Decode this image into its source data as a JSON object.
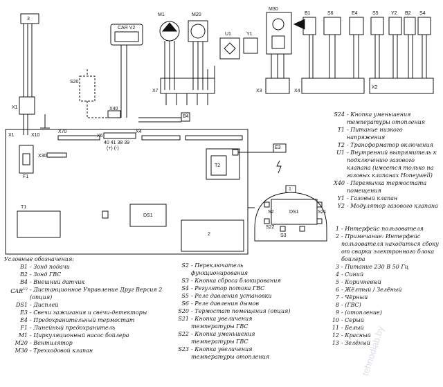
{
  "components": {
    "x1": "X1",
    "x10": "X10",
    "x70": "X70",
    "x6": "X6",
    "x4b": "X4",
    "x30": "X30",
    "x7": "X7",
    "x3": "X3",
    "x4": "X4",
    "x2": "X2",
    "x40": "X40",
    "car": "CAR V2",
    "m1": "M1",
    "m20": "M20",
    "m30": "M30",
    "u1": "U1",
    "y1": "Y1",
    "b1": "B1",
    "s6": "S6",
    "e4": "E4",
    "s5": "S5",
    "y2": "Y2",
    "b2": "B2",
    "s4": "S4",
    "s20": "S20",
    "b4": "B4",
    "e3": "E3",
    "t2": "T2",
    "t1": "T1",
    "f1": "F1",
    "ds1": "DS1",
    "box3": "3",
    "box1": "1",
    "box2": "2",
    "s2": "S2",
    "s3": "S3",
    "s21": "S21",
    "s22": "S22",
    "x6_pins": "40 41 38 39",
    "x6_pol": "(+)  (-)"
  },
  "legend_title": "Условные обозначения:",
  "legend_left": [
    {
      "k": "B1",
      "v": "- Зонд подачи"
    },
    {
      "k": "B2",
      "v": "- Зонд ГВС"
    },
    {
      "k": "B4",
      "v": "- Внешний датчик"
    },
    {
      "k": "CAR",
      "sup": "V2",
      "v": "- Дистанционное Управление Друг Версия 2 (опция)"
    },
    {
      "k": "DS1",
      "v": "- Дисплей"
    },
    {
      "k": "E3",
      "v": "- Свечи зажигания и свечи-детекторы"
    },
    {
      "k": "E4",
      "v": "- Предохранительный термостат"
    },
    {
      "k": "F1",
      "v": "- Линейный предохранитель"
    },
    {
      "k": "M1",
      "v": "- Циркуляционный насос бойлера"
    },
    {
      "k": "M20",
      "v": "- Вентилятор"
    },
    {
      "k": "M30",
      "v": "- Трехходовой клапан"
    }
  ],
  "legend_mid": [
    {
      "k": "S2",
      "v": "- Переключатель функционирования"
    },
    {
      "k": "S3",
      "v": "- Кнопка сброса блокирования"
    },
    {
      "k": "S4",
      "v": "- Регулятор потока ГВС"
    },
    {
      "k": "S5",
      "v": "- Реле давления установки"
    },
    {
      "k": "S6",
      "v": "- Реле давления дымов"
    },
    {
      "k": "S20",
      "v": "- Термостат помещения (опция)"
    },
    {
      "k": "S21",
      "v": "- Кнопка увеличения температуры ГВС"
    },
    {
      "k": "S22",
      "v": "- Кнопка уменьшения температуры ГВС"
    },
    {
      "k": "S23",
      "v": "- Кнопка увеличения температуры отопления"
    }
  ],
  "legend_right": [
    {
      "k": "S24",
      "v": "- Кнопка уменьшения температуры отопления"
    },
    {
      "k": "T1",
      "v": "- Питание низкого напряжения"
    },
    {
      "k": "T2",
      "v": "- Трансформатор включения"
    },
    {
      "k": "U1",
      "v": "- Внутренний выпрямитель к подключению газового клапана (имеется только на газовых клапанах Honeywell)"
    },
    {
      "k": "X40",
      "v": "- Перемычка термостата помещения"
    },
    {
      "k": "Y1",
      "v": "- Газовый клапан"
    },
    {
      "k": "Y2",
      "v": "- Модулятор газового клапана"
    }
  ],
  "legend_numbers": [
    {
      "k": "1",
      "v": "- Интерфейс пользователя"
    },
    {
      "k": "2",
      "v": "- Примечание: Интерфейс пользователя находиться сбоку от сварки электронного блока бойлера"
    },
    {
      "k": "3",
      "v": "- Питание 230 В 50 Гц"
    },
    {
      "k": "4",
      "v": "- Синий"
    },
    {
      "k": "5",
      "v": "- Коричневый"
    },
    {
      "k": "6",
      "v": "- Жёлтый / Зелёный"
    },
    {
      "k": "7",
      "v": "- Чёрный"
    },
    {
      "k": "8",
      "v": "- (ГВС)"
    },
    {
      "k": "9",
      "v": "- (отопление)"
    },
    {
      "k": "10",
      "v": "- Серый"
    },
    {
      "k": "11",
      "v": "- Белый"
    },
    {
      "k": "12",
      "v": "- Красный"
    },
    {
      "k": "13",
      "v": "- Зелёный"
    }
  ],
  "watermark": "tehnodlab.by"
}
